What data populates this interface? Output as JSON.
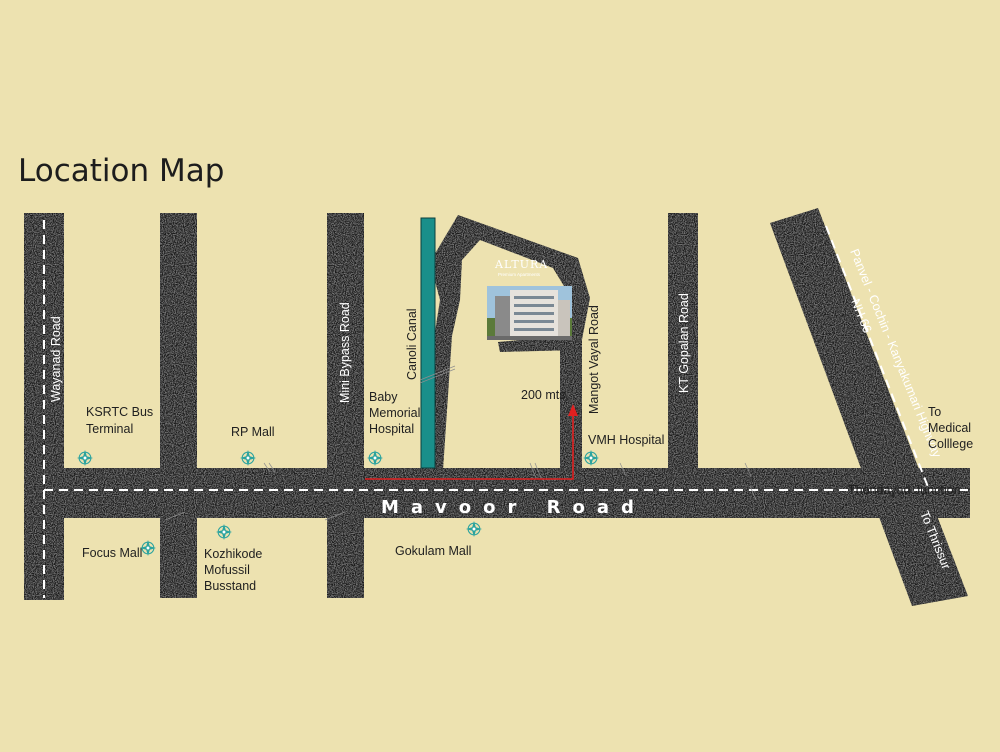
{
  "title": "Location Map",
  "colors": {
    "background": "#ede2b0",
    "road": "#1e1e1e",
    "canal": "#1a8f8a",
    "route": "#e02020",
    "marker": "#2aa39f"
  },
  "roads": {
    "wayanad": "Wayanad Road",
    "mini_bypass": "Mini Bypass Road",
    "canoli_canal": "Canoli Canal",
    "mangot_vayal": "Mangot Vayal Road",
    "kt_gopalan": "KT Gopalan Road",
    "highway_line1": "Panvel - Cochin - Kanyakumari Highway",
    "highway_line2": "NH 66",
    "mavoor": "Mavoor Road",
    "to_thrissur": "To Thrissur"
  },
  "places": {
    "ksrtc_1": "KSRTC Bus",
    "ksrtc_2": "Terminal",
    "rp_mall": "RP Mall",
    "baby_1": "Baby",
    "baby_2": "Memorial",
    "baby_3": "Hospital",
    "vmh": "VMH Hospital",
    "focus_mall": "Focus Mall",
    "kozhi_1": "Kozhikode",
    "kozhi_2": "Mofussil",
    "kozhi_3": "Busstand",
    "gokulam": "Gokulam Mall",
    "medical_1": "To",
    "medical_2": "Medical",
    "medical_3": "Colllege",
    "thondayad": "Thondayad Junction",
    "distance": "200 mts"
  },
  "project": {
    "name": "ALTURA",
    "tagline": "Premium Apartments"
  },
  "icons": {
    "place_marker": "compass-rose-icon",
    "route_arrow": "arrow-up-icon"
  }
}
